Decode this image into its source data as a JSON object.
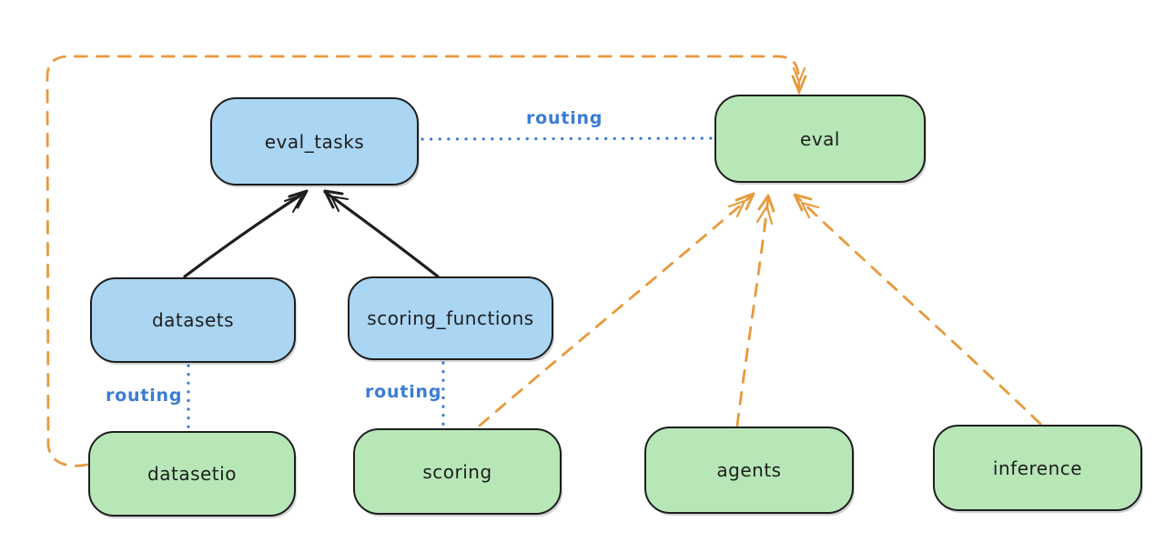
{
  "diagram": {
    "colors": {
      "background": "#ffffff",
      "node_border": "#1e1e1e",
      "blue_fill": "#aad5f3",
      "green_fill": "#b7e7b7",
      "routing_blue": "#3b7cd6",
      "orange_dashed": "#e8993c",
      "black_arrow": "#1e1e1e"
    },
    "nodes": [
      {
        "id": "eval_tasks",
        "label": "eval_tasks",
        "fill": "blue"
      },
      {
        "id": "eval",
        "label": "eval",
        "fill": "green"
      },
      {
        "id": "datasets",
        "label": "datasets",
        "fill": "blue"
      },
      {
        "id": "scoring_functions",
        "label": "scoring_functions",
        "fill": "blue"
      },
      {
        "id": "datasetio",
        "label": "datasetio",
        "fill": "green"
      },
      {
        "id": "scoring",
        "label": "scoring",
        "fill": "green"
      },
      {
        "id": "agents",
        "label": "agents",
        "fill": "green"
      },
      {
        "id": "inference",
        "label": "inference",
        "fill": "green"
      }
    ],
    "edges": [
      {
        "from": "datasets",
        "to": "eval_tasks",
        "style": "solid",
        "color": "#1e1e1e",
        "arrow": true,
        "label": ""
      },
      {
        "from": "scoring_functions",
        "to": "eval_tasks",
        "style": "solid",
        "color": "#1e1e1e",
        "arrow": true,
        "label": ""
      },
      {
        "from": "eval_tasks",
        "to": "eval",
        "style": "dotted",
        "color": "#3b7cd6",
        "arrow": false,
        "label": "routing"
      },
      {
        "from": "datasets",
        "to": "datasetio",
        "style": "dotted",
        "color": "#3b7cd6",
        "arrow": false,
        "label": "routing"
      },
      {
        "from": "scoring_functions",
        "to": "scoring",
        "style": "dotted",
        "color": "#3b7cd6",
        "arrow": false,
        "label": "routing"
      },
      {
        "from": "datasetio",
        "to": "eval",
        "style": "dashed",
        "color": "#e8993c",
        "arrow": true,
        "label": "",
        "route": "left-and-over-top-loop"
      },
      {
        "from": "scoring",
        "to": "eval",
        "style": "dashed",
        "color": "#e8993c",
        "arrow": true,
        "label": ""
      },
      {
        "from": "agents",
        "to": "eval",
        "style": "dashed",
        "color": "#e8993c",
        "arrow": true,
        "label": ""
      },
      {
        "from": "inference",
        "to": "eval",
        "style": "dashed",
        "color": "#e8993c",
        "arrow": true,
        "label": ""
      }
    ]
  }
}
